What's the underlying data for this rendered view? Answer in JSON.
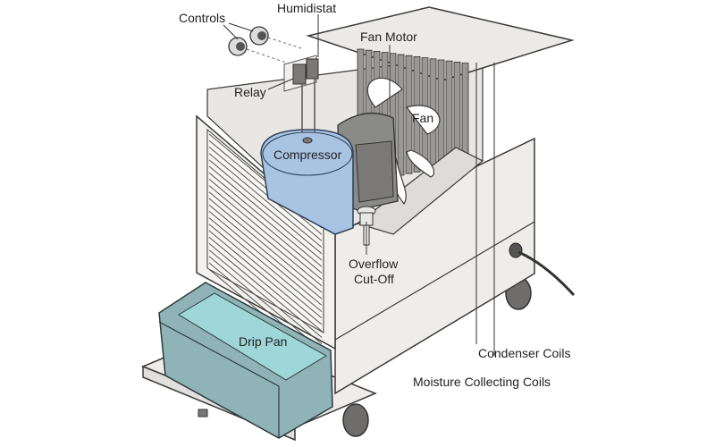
{
  "title": "Dehumidifier components diagram",
  "labels": {
    "controls": "Controls",
    "humidistat": "Humidistat",
    "fan_motor": "Fan Motor",
    "relay": "Relay",
    "fan": "Fan",
    "compressor": "Compressor",
    "overflow_line1": "Overflow",
    "overflow_line2": "Cut-Off",
    "drip_pan": "Drip Pan",
    "condenser_coils": "Condenser Coils",
    "moisture_coils": "Moisture Collecting Coils"
  },
  "colors": {
    "body": "#ecebe8",
    "outline": "#3a3a3a",
    "compressor": "#a9c3e3",
    "drip_pan": "#8fb3b6",
    "drip_water": "#9fd6d8",
    "motor": "#8a8a88",
    "coils": "#9a9896"
  }
}
